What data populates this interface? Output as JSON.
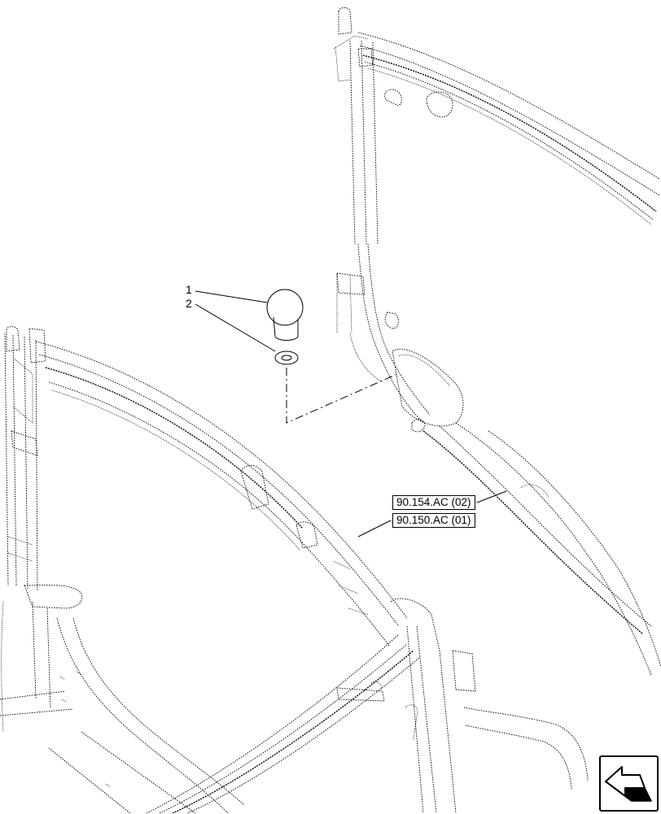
{
  "callouts": [
    {
      "number": "1",
      "part": "ball"
    },
    {
      "number": "2",
      "part": "washer"
    }
  ],
  "references": [
    {
      "label": "90.154.AC (02)"
    },
    {
      "label": "90.150.AC (01)"
    }
  ],
  "navigation": {
    "icon": "previous-page-arrow-icon"
  }
}
